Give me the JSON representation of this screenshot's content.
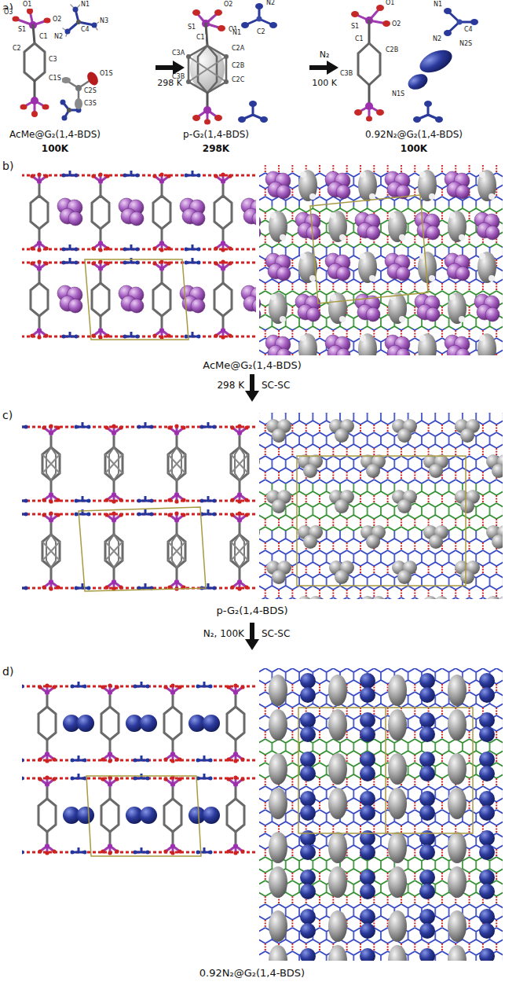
{
  "diagram": {
    "labels": [
      "a)",
      "O3",
      "O1",
      "S1",
      "O2",
      "N1",
      "N3",
      "N2",
      "C4",
      "C2",
      "C1",
      "C3",
      "C1S",
      "O1S",
      "C2S",
      "C3S",
      "O2",
      "S1",
      "O1",
      "N2",
      "N1",
      "C2",
      "C1",
      "C2A",
      "C3A",
      "C3B",
      "C2B",
      "C2C",
      "O1",
      "S1",
      "O2",
      "N1",
      "N2",
      "C4",
      "C1",
      "C2B",
      "C3B",
      "N2S",
      "N1S",
      "AcMe@G₂(1,4-BDS)",
      "100K",
      "298 K",
      "p-G₂(1,4-BDS)",
      "298K",
      "N₂",
      "100 K",
      "0.92N₂@G₂(1,4-BDS)",
      "100K",
      "b)",
      "AcMe@G₂(1,4-BDS)",
      "298 K",
      "SC-SC",
      "c)",
      "p-G₂(1,4-BDS)",
      "N₂, 100K",
      "SC-SC",
      "d)",
      "0.92N₂@G₂(1,4-BDS)"
    ]
  }
}
